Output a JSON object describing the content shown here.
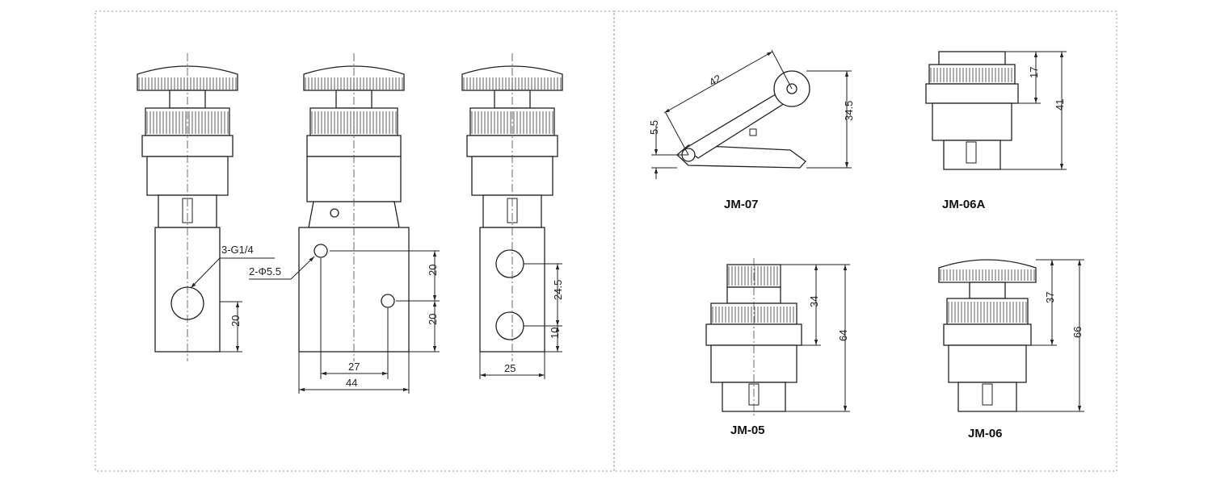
{
  "labels": {
    "port_thread": "3-G1/4",
    "mount_hole": "2-Φ5.5"
  },
  "dims": {
    "side_20": "20",
    "front_20_top": "20",
    "front_20_bottom": "20",
    "front_27": "27",
    "front_44": "44",
    "rear_24_5": "24.5",
    "rear_10": "10",
    "rear_25": "25",
    "jm07_42": "42",
    "jm07_5_5": "5.5",
    "jm07_34_5": "34.5",
    "jm06a_17": "17",
    "jm06a_41": "41",
    "jm05_34": "34",
    "jm05_64": "64",
    "jm06_37": "37",
    "jm06_66": "66"
  },
  "models": {
    "jm07": "JM-07",
    "jm06a": "JM-06A",
    "jm05": "JM-05",
    "jm06": "JM-06"
  },
  "colors": {
    "line": "#222222",
    "border": "#9a9a9a",
    "background": "#ffffff"
  }
}
